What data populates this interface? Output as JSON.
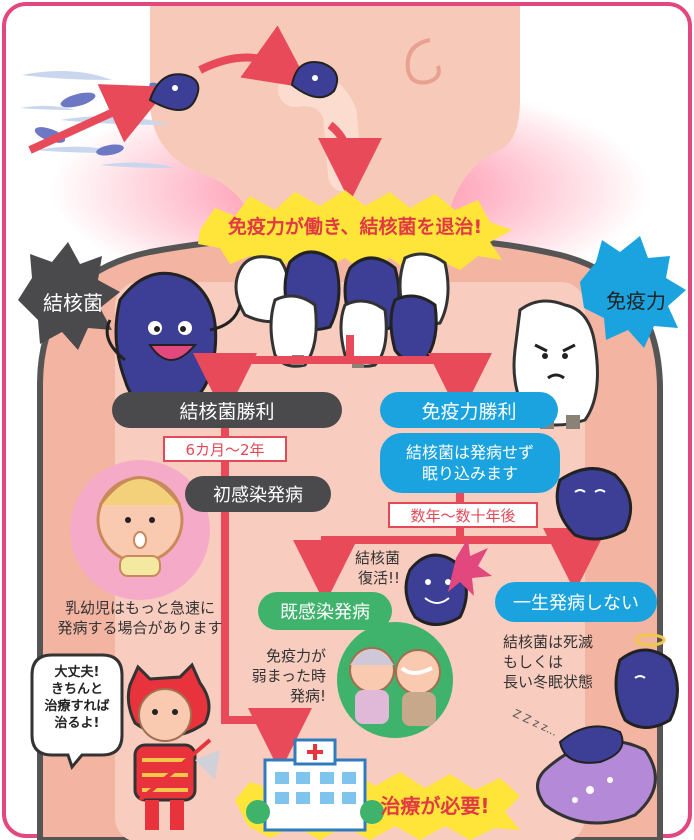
{
  "title_burst": "免疫力が働き、結核菌を退治!",
  "left_badge": "結核菌",
  "right_badge": "免疫力",
  "branches": {
    "bacteria_win": "結核菌勝利",
    "immunity_win": "免疫力勝利"
  },
  "duration_tag": "6カ月〜2年",
  "primary_infection": "初感染発病",
  "infant_note": [
    "乳幼児はもっと急速に",
    "発病する場合があります"
  ],
  "dormant_note": [
    "結核菌は発病せず",
    "眠り込みます"
  ],
  "years_tag": "数年〜数十年後",
  "revival_note": [
    "結核菌",
    "復活!!"
  ],
  "secondary_infection": "既感染発病",
  "no_disease": "一生発病しない",
  "weakened_note": [
    "免疫力が",
    "弱まった時",
    "発病!"
  ],
  "death_note": [
    "結核菌は死滅",
    "もしくは",
    "長い冬眠状態"
  ],
  "reassure_bubble": [
    "大丈夫!",
    "きちんと",
    "治療すれば",
    "治るよ!"
  ],
  "treatment_burst": "治療が必要!",
  "snore_text": "Z Z z z...",
  "colors": {
    "frame": "#e2487d",
    "body": "#f4b4a2",
    "panel": "#f8cdbf",
    "arrow": "#e84a5a",
    "burst": "#ffe43a",
    "bacteria": "#3c3f95",
    "immunity_blue": "#1aa3de",
    "dark_pill": "#4a4a4c",
    "green_pill": "#3fb26b"
  }
}
